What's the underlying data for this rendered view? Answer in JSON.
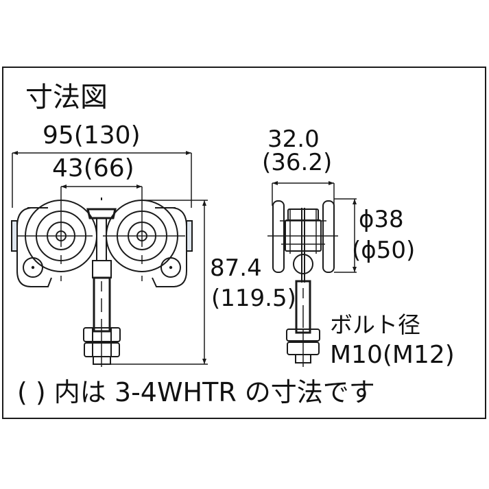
{
  "diagram": {
    "title": "寸法図",
    "front_view": {
      "overall_width": "95(130)",
      "wheel_spacing": "43(66)",
      "height": "87.4",
      "height_alt": "(119.5)"
    },
    "side_view": {
      "width": "32.0",
      "width_alt": "(36.2)",
      "wheel_diameter": "ϕ38",
      "wheel_diameter_alt": "(ϕ50)",
      "bolt_label": "ボルト径",
      "bolt_size": "M10(M12)"
    },
    "note": "( ) 内は 3-4WHTR の寸法です",
    "colors": {
      "line": "#1a1a1a",
      "background": "#ffffff"
    }
  }
}
